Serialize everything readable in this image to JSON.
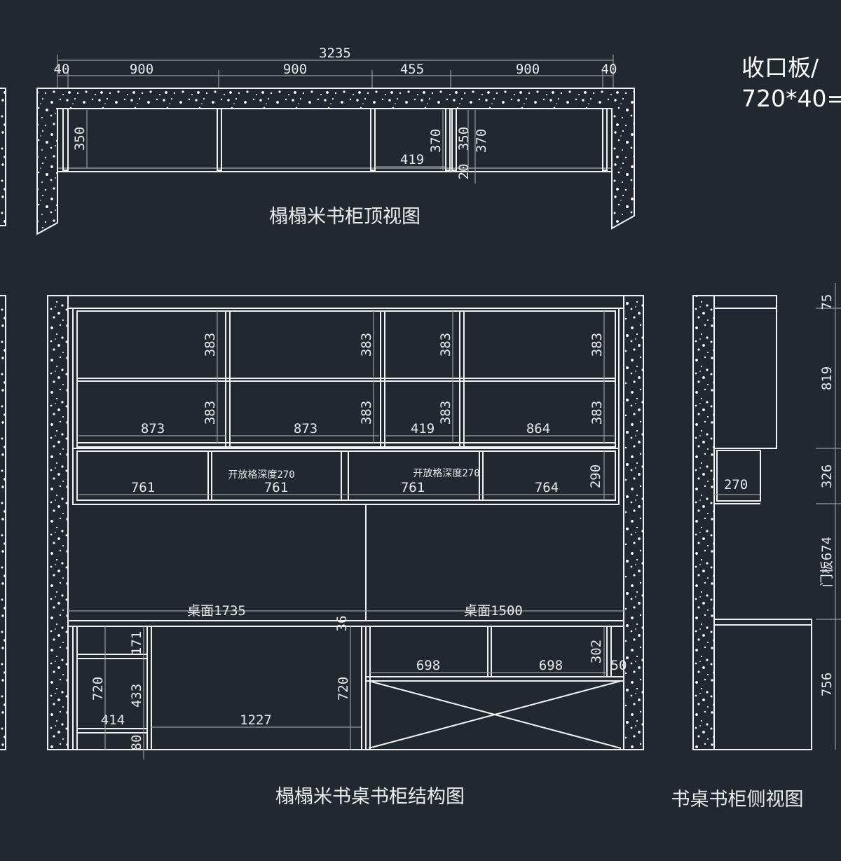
{
  "note": {
    "line1": "收口板/",
    "line2": "720*40="
  },
  "top_view": {
    "title": "榻榻米书柜顶视图",
    "dims": {
      "total": "3235",
      "d40a": "40",
      "d900a": "900",
      "d900b": "900",
      "d455": "455",
      "d900c": "900",
      "d40b": "40",
      "h350a": "350",
      "w419": "419",
      "h370a": "370",
      "h350b": "350",
      "h370b": "370",
      "h20": "20"
    }
  },
  "front_view": {
    "title": "榻榻米书桌书柜结构图",
    "dims": {
      "h383_1": "383",
      "h383_2": "383",
      "h383_3": "383",
      "h383_4": "383",
      "h383_5": "383",
      "h383_6": "383",
      "h383_7": "383",
      "h383_8": "383",
      "w873a": "873",
      "w873b": "873",
      "w419": "419",
      "w864": "864",
      "w761a": "761",
      "w761b": "761",
      "w761c": "761",
      "w764": "764",
      "h290": "290",
      "open1": "开放格深度270",
      "open2": "开放格深度270",
      "desk1": "桌面1735",
      "desk2": "桌面1500",
      "h36": "36",
      "h171": "171",
      "h720a": "720",
      "h433": "433",
      "w414": "414",
      "w1227": "1227",
      "h720b": "720",
      "h80": "80",
      "w698a": "698",
      "w698b": "698",
      "h302": "302",
      "w50": "50"
    }
  },
  "side_view": {
    "title": "书桌书柜侧视图",
    "dims": {
      "h75": "75",
      "h819": "819",
      "w270": "270",
      "h326": "326",
      "door": "门板674",
      "h756": "756"
    }
  }
}
